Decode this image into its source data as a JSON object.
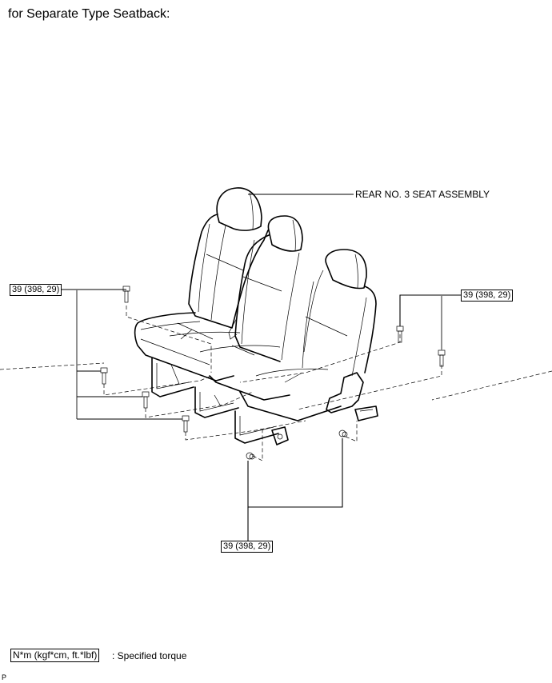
{
  "heading": "for Separate Type Seatback:",
  "part_label": "REAR NO. 3 SEAT ASSEMBLY",
  "torque_callouts": [
    {
      "id": "left",
      "value": "39 (398, 29)"
    },
    {
      "id": "right",
      "value": "39 (398, 29)"
    },
    {
      "id": "bottom",
      "value": "39 (398, 29)"
    }
  ],
  "legend": {
    "unit_box": "N*m (kgf*cm, ft.*lbf)",
    "description": ": Specified torque"
  },
  "corner_mark": "P"
}
